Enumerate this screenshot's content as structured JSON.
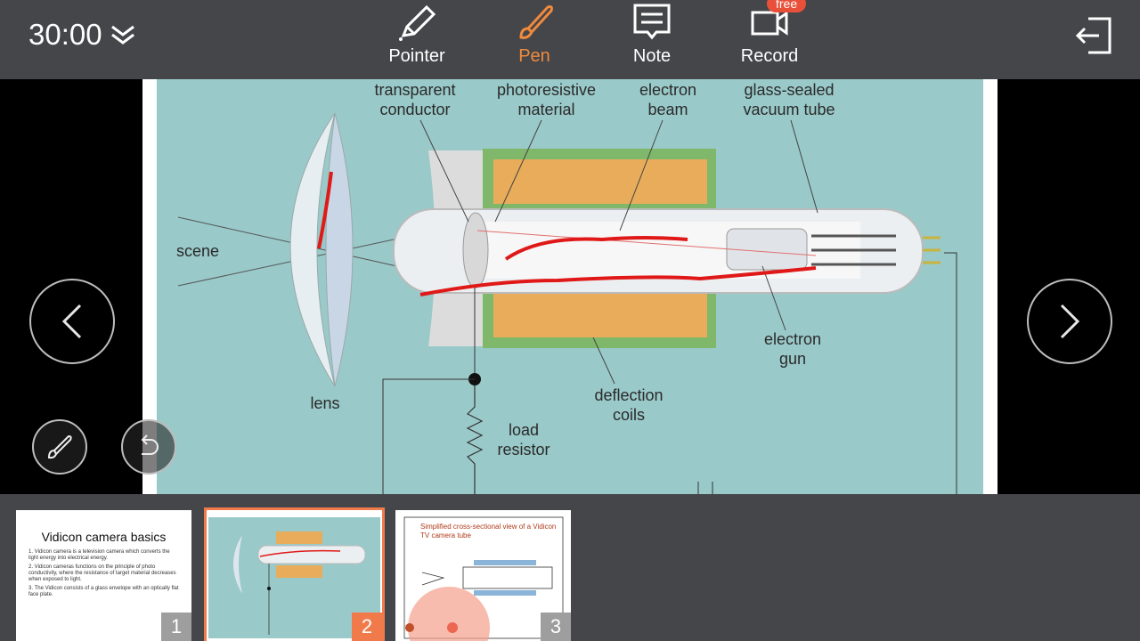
{
  "timer": {
    "value": "30:00",
    "expand_icon": "double-chevron-down-icon"
  },
  "toolbar": [
    {
      "label": "Pointer",
      "icon": "pencil-icon",
      "active": false
    },
    {
      "label": "Pen",
      "icon": "brush-icon",
      "active": true
    },
    {
      "label": "Note",
      "icon": "note-icon",
      "active": false
    },
    {
      "label": "Record",
      "icon": "video-camera-icon",
      "active": false,
      "badge": "free"
    }
  ],
  "exit": {
    "icon": "exit-icon"
  },
  "colors": {
    "topbar": "#45464a",
    "accent": "#f08a3c",
    "diagram_bg": "#9ac9c9",
    "ink": "#e01818"
  },
  "slide": {
    "labels": {
      "transparent_conductor": "transparent\nconductor",
      "photoresistive_material": "photoresistive\nmaterial",
      "electron_beam": "electron\nbeam",
      "glass_sealed": "glass-sealed\nvacuum tube",
      "scene": "scene",
      "lens": "lens",
      "electron_gun": "electron\ngun",
      "deflection_coils": "deflection\ncoils",
      "load_resistor": "load\nresistor"
    }
  },
  "nav": {
    "prev_icon": "chevron-left-icon",
    "next_icon": "chevron-right-icon",
    "pen_icon": "brush-icon",
    "undo_icon": "undo-icon"
  },
  "thumbnails": [
    {
      "number": "1",
      "title": "Vidicon camera basics",
      "items": [
        "1. Vidicon camera is a television camera which converts the light energy into electrical energy.",
        "2. Vidicon cameras functions on the principle of photo conductivity, where the resistance of target material decreases when exposed to light.",
        "3. The Vidicon consists of a glass envelope with an optically flat face plate."
      ]
    },
    {
      "number": "2",
      "selected": true
    },
    {
      "number": "3",
      "title": "Simplified cross-sectional view of a Vidicon TV camera tube"
    }
  ]
}
